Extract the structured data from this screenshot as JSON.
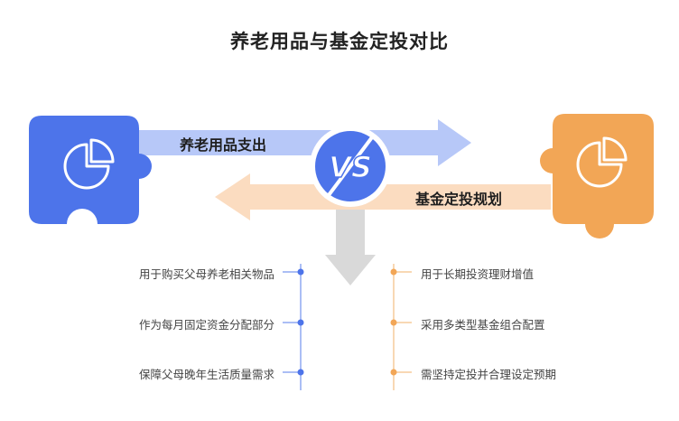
{
  "title": "养老用品与基金定投对比",
  "arrows": {
    "top_label": "养老用品支出",
    "bottom_label": "基金定投规划"
  },
  "vs_badge": {
    "label": "VS"
  },
  "left_items": [
    {
      "text": "用于购买父母养老相关物品"
    },
    {
      "text": "作为每月固定资金分配部分"
    },
    {
      "text": "保障父母晚年生活质量需求"
    }
  ],
  "right_items": [
    {
      "text": "用于长期投资理财增值"
    },
    {
      "text": "采用多类型基金组合配置"
    },
    {
      "text": "需坚持定投并合理设定预期"
    }
  ],
  "colors": {
    "blue": "#4d74ea",
    "blue_light": "#b7c8f8",
    "orange": "#f2a656",
    "orange_light": "#fbdcc0",
    "gray_arrow": "#d9d9d9",
    "left_line": "#8fa9f2",
    "right_line": "#f6cc9c"
  },
  "icons": {
    "left_puzzle": "pie-chart-icon",
    "right_puzzle": "pie-chart-icon",
    "vs": "vs-icon"
  }
}
